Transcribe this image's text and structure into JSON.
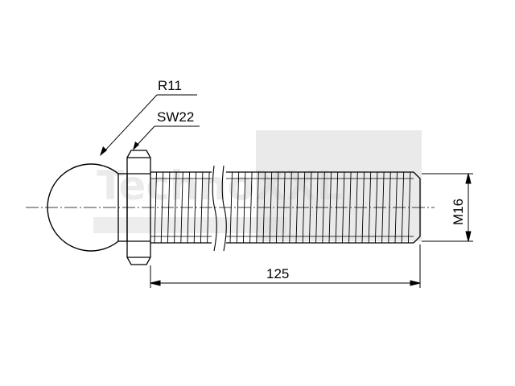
{
  "drawing": {
    "labels": {
      "radius": "R11",
      "wrench_size": "SW22",
      "length": "125",
      "thread": "M16"
    },
    "watermark": {
      "text": "TechnoXXL",
      "color": "#d4d4d4"
    },
    "colors": {
      "line": "#000000",
      "background": "#ffffff"
    }
  }
}
